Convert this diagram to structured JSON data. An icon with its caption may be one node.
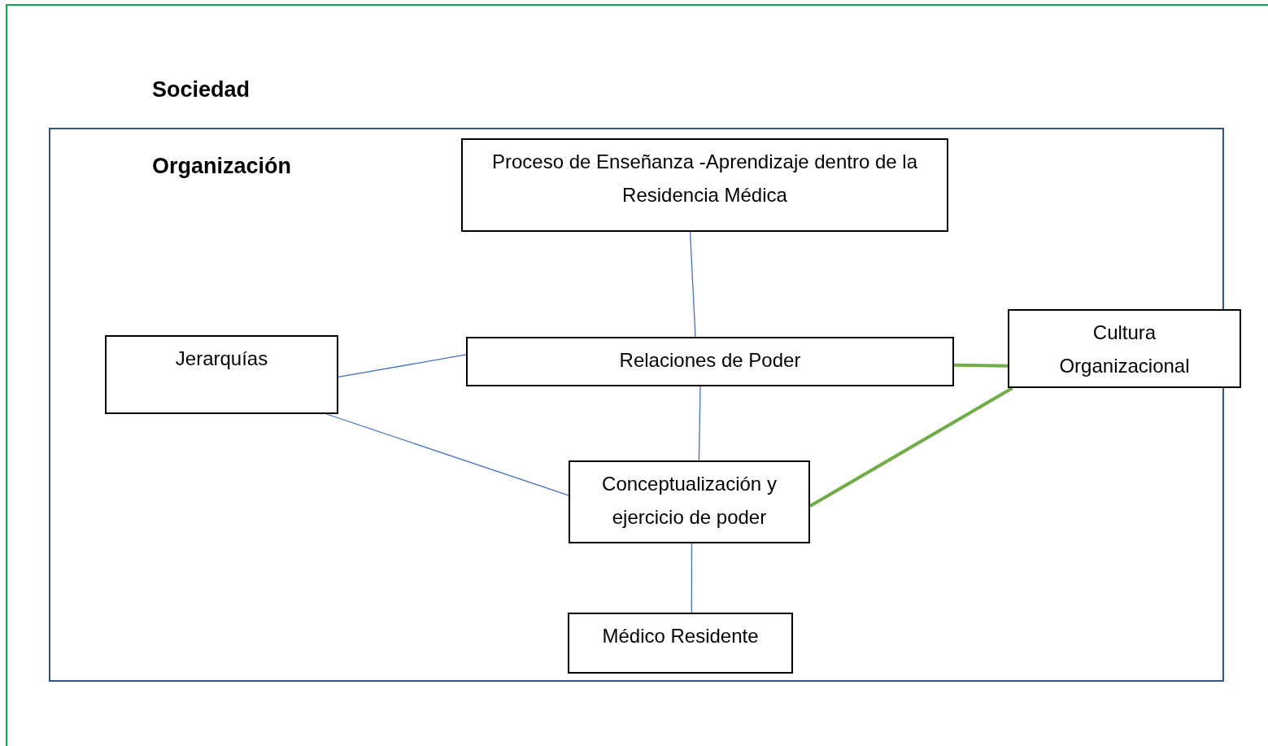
{
  "diagram": {
    "nodes": [
      {
        "text": [
          "Sociedad"
        ]
      },
      {
        "text": [
          "Organización"
        ],
        "in": 0
      },
      {
        "text": [
          "Proceso de Enseñanza -Aprendizaje dentro de la Residencia Médica"
        ],
        "in": 1
      },
      {
        "text": [
          "Jerarquías"
        ],
        "in": 1
      },
      {
        "text": [
          "Relaciones de Poder"
        ],
        "in": 1
      },
      {
        "text": [
          "Cultura Organizacional"
        ],
        "in": 0
      },
      {
        "text": [
          "Conceptualización y ejercicio de poder"
        ],
        "in": 1
      },
      {
        "text": [
          "Médico Residente"
        ],
        "in": 1
      }
    ],
    "edges": [
      {
        "from": 2,
        "to": 4,
        "arrow": "none"
      },
      {
        "from": 3,
        "to": 4,
        "arrow": "none"
      },
      {
        "from": 3,
        "to": 6,
        "arrow": "none"
      },
      {
        "from": 4,
        "to": 6,
        "arrow": "none"
      },
      {
        "from": 6,
        "to": 7,
        "arrow": "none"
      },
      {
        "from": 4,
        "to": 5,
        "arrow": "none",
        "style": "thick",
        "color": "#70ad47"
      },
      {
        "from": 6,
        "to": 5,
        "arrow": "none",
        "style": "thick",
        "color": "#70ad47"
      }
    ]
  }
}
